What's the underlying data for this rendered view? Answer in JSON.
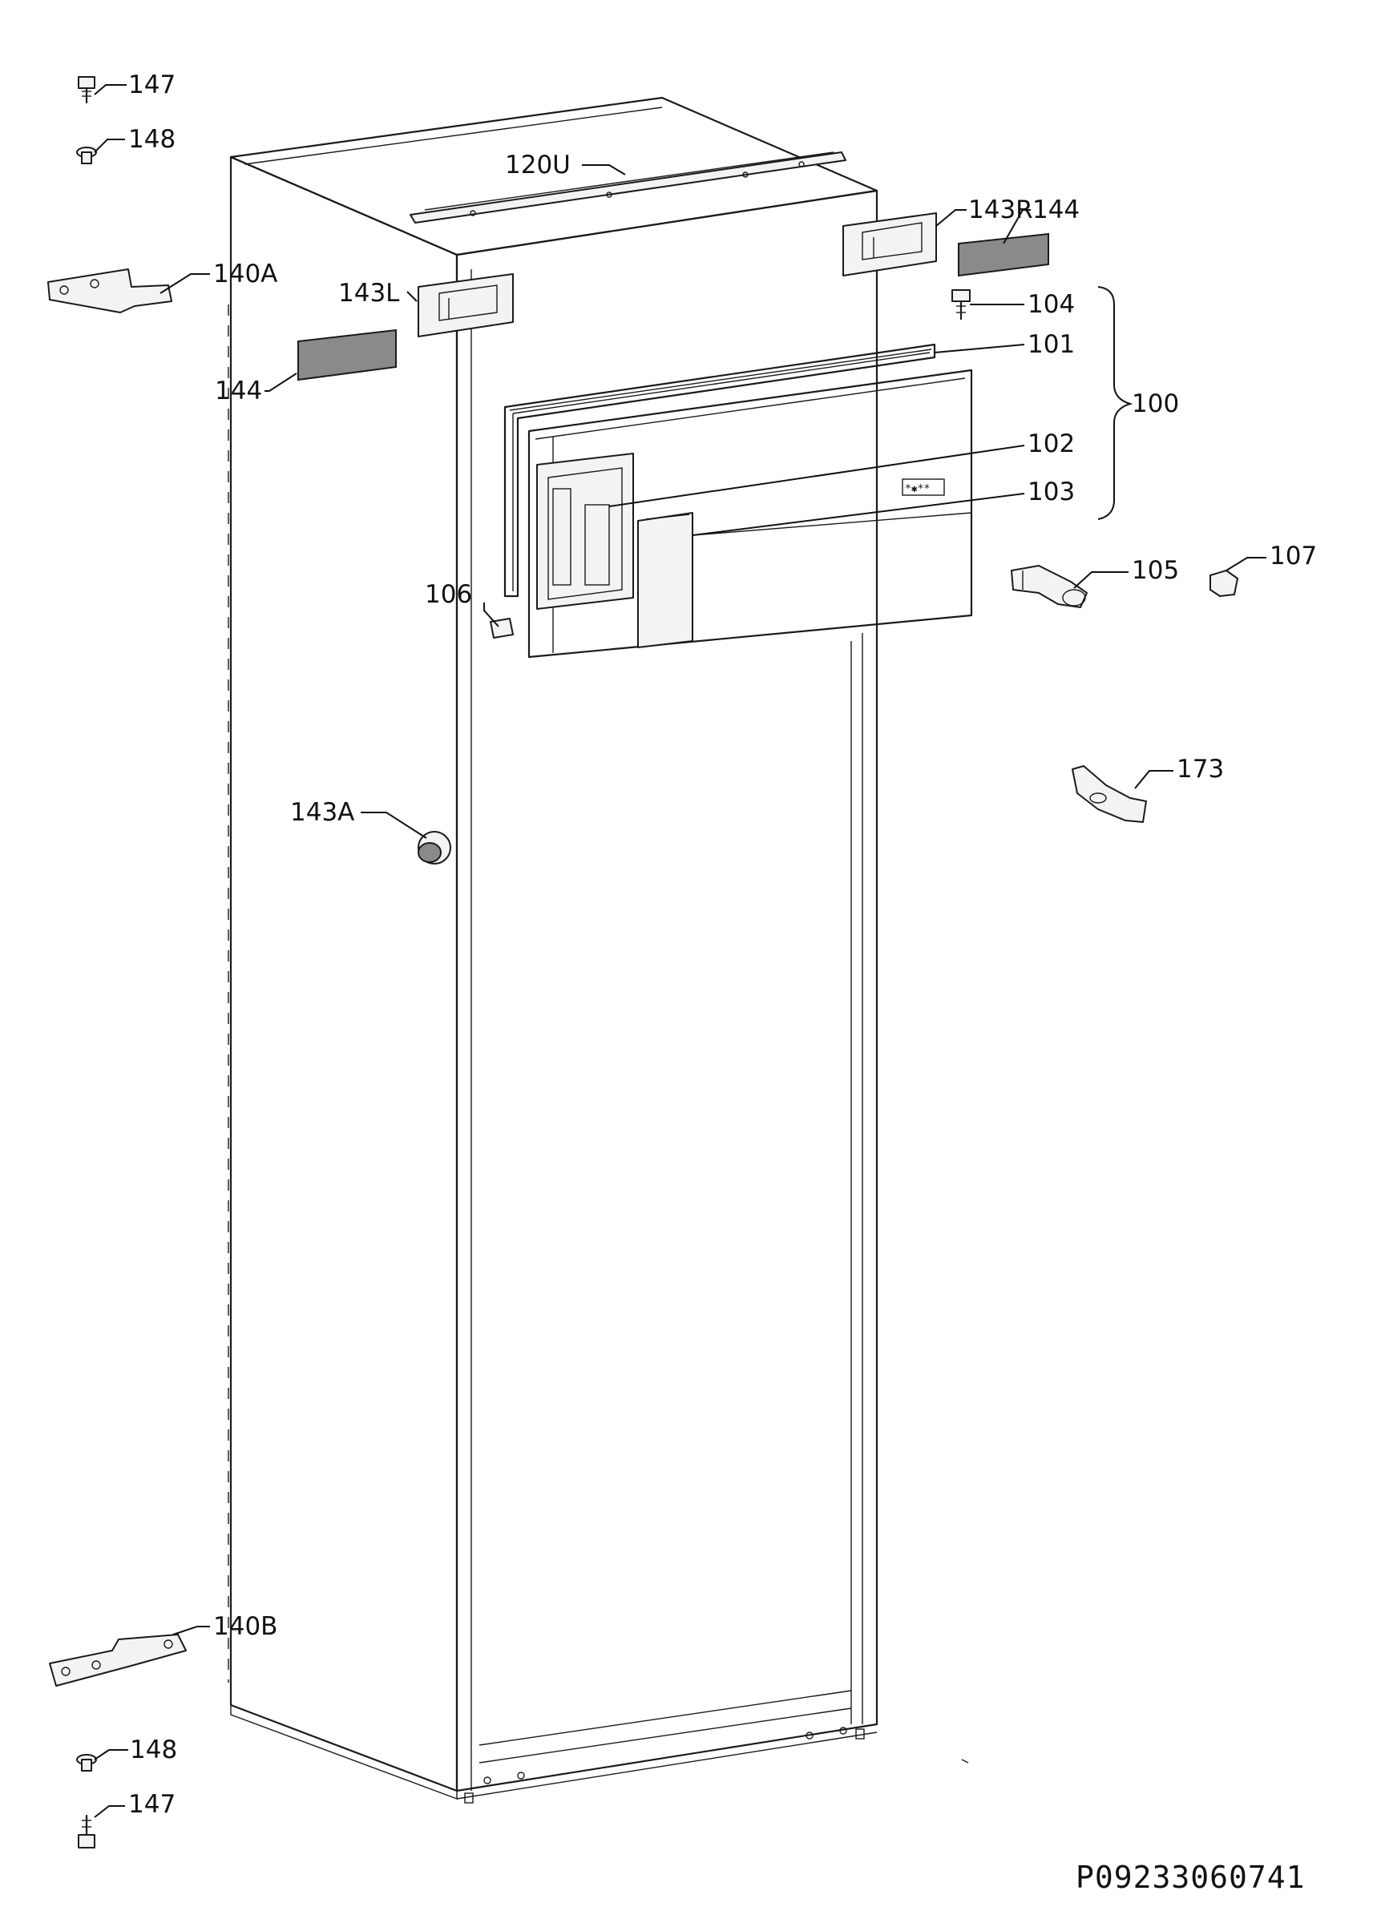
{
  "drawing_code": "P09233060741",
  "labels": {
    "p147_top": "147",
    "p148_top": "148",
    "p120U": "120U",
    "p140A": "140A",
    "p143L": "143L",
    "p143R": "143R",
    "p144_right": "144",
    "p144_left": "144",
    "p104": "104",
    "p101": "101",
    "p100": "100",
    "p102": "102",
    "p103": "103",
    "p106": "106",
    "p105": "105",
    "p107": "107",
    "p173": "173",
    "p143A": "143A",
    "p140B": "140B",
    "p148_bottom": "148",
    "p147_bottom": "147"
  }
}
